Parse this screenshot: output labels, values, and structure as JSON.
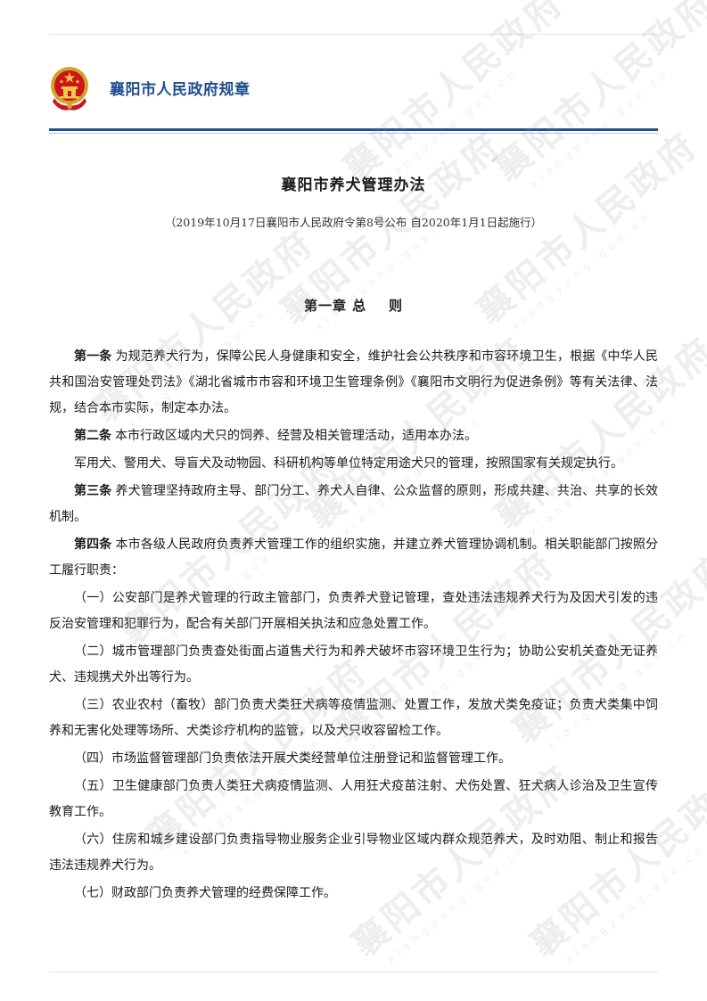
{
  "header": {
    "title": "襄阳市人民政府规章"
  },
  "document": {
    "title": "襄阳市养犬管理办法",
    "subtitle": "（2019年10月17日襄阳市人民政府令第8号公布 自2020年1月1日起施行）",
    "chapter": "第一章 总    则",
    "paragraphs": [
      {
        "article": "第一条",
        "text": "为规范养犬行为，保障公民人身健康和安全，维护社会公共秩序和市容环境卫生，根据《中华人民共和国治安管理处罚法》《湖北省城市市容和环境卫生管理条例》《襄阳市文明行为促进条例》等有关法律、法规，结合本市实际，制定本办法。"
      },
      {
        "article": "第二条",
        "text": "本市行政区域内犬只的饲养、经营及相关管理活动，适用本办法。"
      },
      {
        "article": "",
        "text": "军用犬、警用犬、导盲犬及动物园、科研机构等单位特定用途犬只的管理，按照国家有关规定执行。"
      },
      {
        "article": "第三条",
        "text": "养犬管理坚持政府主导、部门分工、养犬人自律、公众监督的原则，形成共建、共治、共享的长效机制。"
      },
      {
        "article": "第四条",
        "text": "本市各级人民政府负责养犬管理工作的组织实施，并建立养犬管理协调机制。相关职能部门按照分工履行职责："
      },
      {
        "article": "",
        "text": "（一）公安部门是养犬管理的行政主管部门，负责养犬登记管理，查处违法违规养犬行为及因犬引发的违反治安管理和犯罪行为，配合有关部门开展相关执法和应急处置工作。"
      },
      {
        "article": "",
        "text": "（二）城市管理部门负责查处街面占道售犬行为和养犬破坏市容环境卫生行为；协助公安机关查处无证养犬、违规携犬外出等行为。"
      },
      {
        "article": "",
        "text": "（三）农业农村（畜牧）部门负责犬类狂犬病等疫情监测、处置工作，发放犬类免疫证；负责犬类集中饲养和无害化处理等场所、犬类诊疗机构的监管，以及犬只收容留检工作。"
      },
      {
        "article": "",
        "text": "（四）市场监督管理部门负责依法开展犬类经营单位注册登记和监督管理工作。"
      },
      {
        "article": "",
        "text": "（五）卫生健康部门负责人类狂犬病疫情监测、人用狂犬疫苗注射、犬伤处置、狂犬病人诊治及卫生宣传教育工作。"
      },
      {
        "article": "",
        "text": "（六）住房和城乡建设部门负责指导物业服务企业引导物业区域内群众规范养犬，及时劝阻、制止和报告违法违规养犬行为。"
      },
      {
        "article": "",
        "text": "（七）财政部门负责养犬管理的经费保障工作。"
      }
    ]
  },
  "watermark": {
    "text": "襄阳市人民政府",
    "subtext": "xiangyang.gov.cn"
  }
}
